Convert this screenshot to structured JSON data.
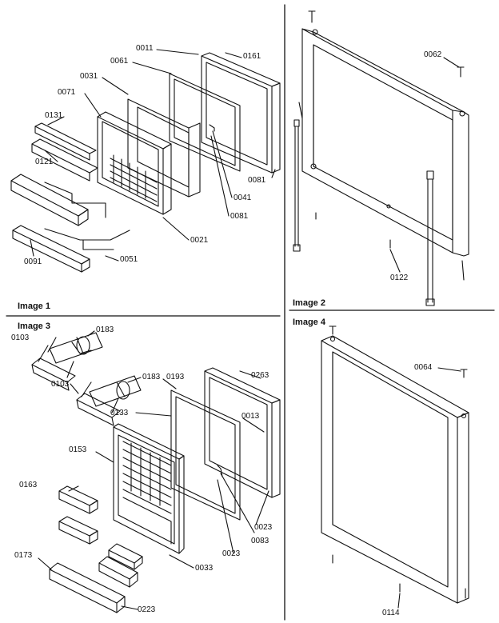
{
  "panels": {
    "p1": "Image 1",
    "p2": "Image 2",
    "p3": "Image 3",
    "p4": "Image 4"
  },
  "parts": {
    "a0011": "0011",
    "a0161": "0161",
    "a0061": "0061",
    "a0031": "0031",
    "a0071": "0071",
    "a0131": "0131",
    "a0121": "0121",
    "a0081a": "0081",
    "a0041": "0041",
    "a0081b": "0081",
    "a0021": "0021",
    "a0091": "0091",
    "a0051": "0051",
    "b0062": "0062",
    "b0122": "0122",
    "c0103a": "0103",
    "c0183a": "0183",
    "c0103b": "0103",
    "c0183b": "0183",
    "c0193": "0193",
    "c0263": "0263",
    "c0133": "0133",
    "c0013": "0013",
    "c0153": "0153",
    "c0163": "0163",
    "c0023a": "0023",
    "c0083": "0083",
    "c0023b": "0023",
    "c0173": "0173",
    "c0033": "0033",
    "c0223": "0223",
    "d0064": "0064",
    "d0114": "0114"
  }
}
